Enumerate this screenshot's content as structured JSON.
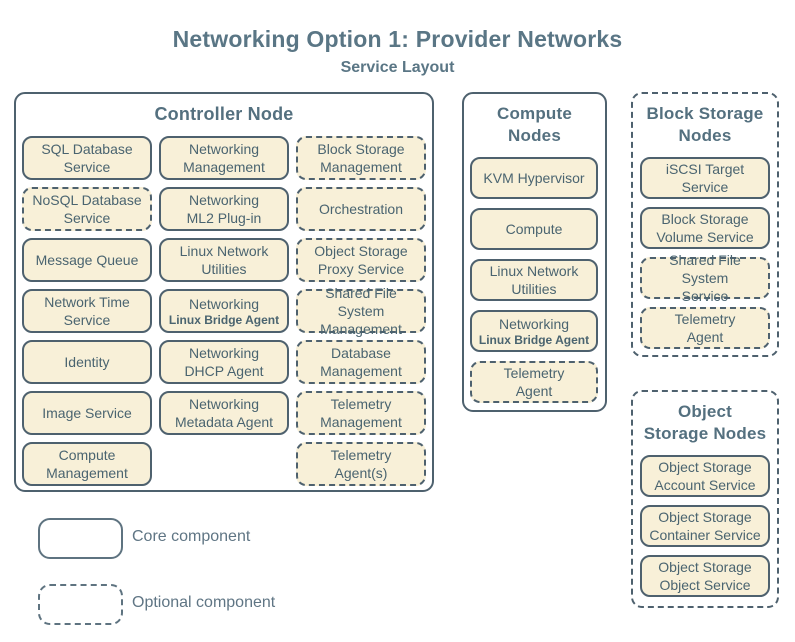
{
  "page": {
    "title": "Networking Option 1: Provider Networks",
    "subtitle": "Service Layout"
  },
  "colors": {
    "background": "#ffffff",
    "box_fill": "#f8f0d8",
    "stroke": "#4e616e",
    "box_text": "#4a6470",
    "group_title_text": "#54707f",
    "page_title_text": "#5a7685",
    "legend_stroke": "#5e7380",
    "legend_text": "#5f7584"
  },
  "legend": {
    "core_label": "Core component",
    "optional_label": "Optional component"
  },
  "groups": [
    {
      "name": "controller-node",
      "title": "Controller Node",
      "border": "solid",
      "columns": [
        {
          "services": [
            {
              "label": "SQL Database\nService",
              "style": "core"
            },
            {
              "label": "NoSQL Database\nService",
              "style": "optional"
            },
            {
              "label": "Message Queue",
              "style": "core"
            },
            {
              "label": "Network Time\nService",
              "style": "core"
            },
            {
              "label": "Identity",
              "style": "core"
            },
            {
              "label": "Image Service",
              "style": "core"
            },
            {
              "label": "Compute\nManagement",
              "style": "core"
            }
          ]
        },
        {
          "services": [
            {
              "label": "Networking\nManagement",
              "style": "core"
            },
            {
              "label": "Networking\nML2 Plug-in",
              "style": "core"
            },
            {
              "label": "Linux Network\nUtilities",
              "style": "core"
            },
            {
              "label": "Networking",
              "sublabel": "Linux Bridge Agent",
              "style": "core"
            },
            {
              "label": "Networking\nDHCP Agent",
              "style": "core"
            },
            {
              "label": "Networking\nMetadata Agent",
              "style": "core"
            }
          ]
        },
        {
          "services": [
            {
              "label": "Block Storage\nManagement",
              "style": "optional"
            },
            {
              "label": "Orchestration",
              "style": "optional"
            },
            {
              "label": "Object Storage\nProxy Service",
              "style": "optional"
            },
            {
              "label": "Shared File System\nManagement",
              "style": "optional"
            },
            {
              "label": "Database\nManagement",
              "style": "optional"
            },
            {
              "label": "Telemetry\nManagement",
              "style": "optional"
            },
            {
              "label": "Telemetry\nAgent(s)",
              "style": "optional"
            }
          ]
        }
      ]
    },
    {
      "name": "compute-nodes",
      "title": "Compute\nNodes",
      "border": "solid",
      "columns": [
        {
          "services": [
            {
              "label": "KVM Hypervisor",
              "style": "core"
            },
            {
              "label": "Compute",
              "style": "core"
            },
            {
              "label": "Linux Network\nUtilities",
              "style": "core"
            },
            {
              "label": "Networking",
              "sublabel": "Linux Bridge Agent",
              "style": "core"
            },
            {
              "label": "Telemetry\nAgent",
              "style": "optional"
            }
          ]
        }
      ]
    },
    {
      "name": "block-storage-nodes",
      "title": "Block Storage\nNodes",
      "border": "dashed",
      "columns": [
        {
          "services": [
            {
              "label": "iSCSI Target\nService",
              "style": "core"
            },
            {
              "label": "Block Storage\nVolume Service",
              "style": "core"
            },
            {
              "label": "Shared File System\nService",
              "style": "optional"
            },
            {
              "label": "Telemetry\nAgent",
              "style": "optional"
            }
          ]
        }
      ]
    },
    {
      "name": "object-storage-nodes",
      "title": "Object\nStorage Nodes",
      "border": "dashed",
      "columns": [
        {
          "services": [
            {
              "label": "Object Storage\nAccount Service",
              "style": "core"
            },
            {
              "label": "Object Storage\nContainer Service",
              "style": "core"
            },
            {
              "label": "Object Storage\nObject Service",
              "style": "core"
            }
          ]
        }
      ]
    }
  ]
}
